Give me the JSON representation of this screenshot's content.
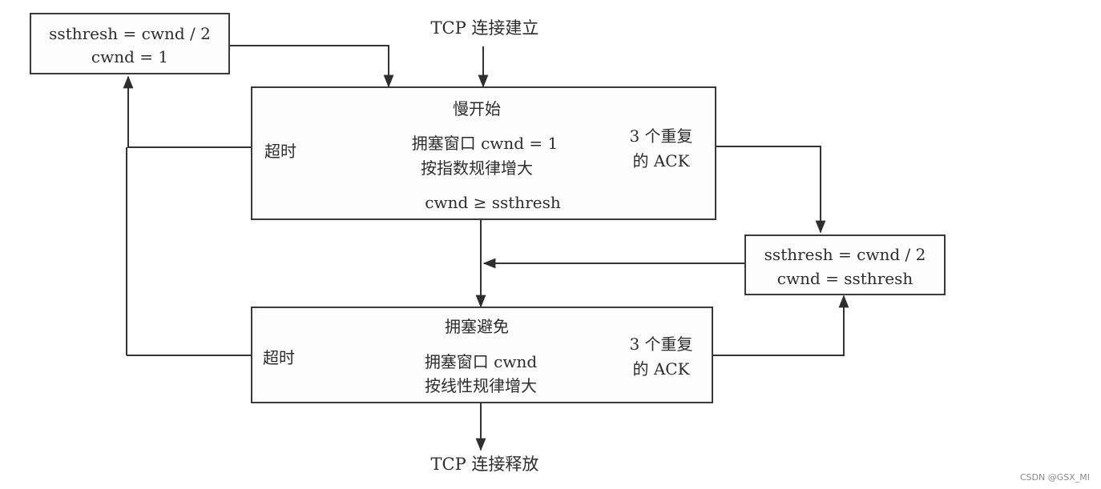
{
  "diagram": {
    "start": "TCP 连接建立",
    "end": "TCP 连接释放",
    "timeout_box": {
      "line1": "ssthresh = cwnd / 2",
      "line2": "cwnd = 1"
    },
    "fast_recovery_box": {
      "line1": "ssthresh = cwnd / 2",
      "line2": "cwnd = ssthresh"
    },
    "slow_start": {
      "title": "慢开始",
      "desc1": "拥塞窗口 cwnd = 1",
      "desc2": "按指数规律增大",
      "timeout": "超时",
      "dup_ack1": "3 个重复",
      "dup_ack2": "的 ACK",
      "transition": "cwnd ≥ ssthresh"
    },
    "congestion_avoidance": {
      "title": "拥塞避免",
      "desc1": "拥塞窗口 cwnd",
      "desc2": "按线性规律增大",
      "timeout": "超时",
      "dup_ack1": "3 个重复",
      "dup_ack2": "的 ACK"
    }
  },
  "watermark": "CSDN @GSX_MI"
}
